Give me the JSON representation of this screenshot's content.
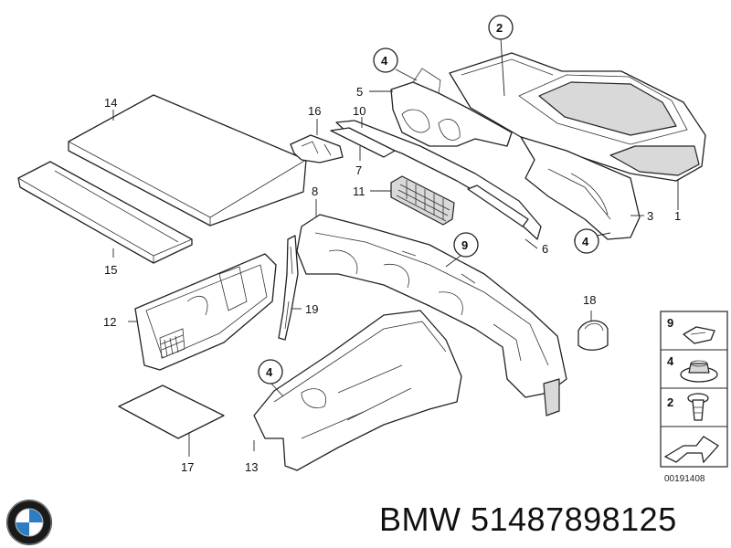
{
  "diagram": {
    "labels": {
      "p1": "1",
      "p2": "2",
      "p3": "3",
      "p4a": "4",
      "p4b": "4",
      "p4c": "4",
      "p5": "5",
      "p6": "6",
      "p7": "7",
      "p8": "8",
      "p9": "9",
      "p10": "10",
      "p11": "11",
      "p12": "12",
      "p13": "13",
      "p14": "14",
      "p15": "15",
      "p16": "16",
      "p17": "17",
      "p18": "18",
      "p19": "19"
    },
    "legend": {
      "item1": "9",
      "item2": "4",
      "item3": "2"
    },
    "ref_code": "00191408"
  },
  "footer": {
    "title": "BMW 51487898125",
    "logo_icon": "bmw-roundel-icon"
  },
  "colors": {
    "logo_blue": "#2d7cc4",
    "ink": "#222222"
  }
}
